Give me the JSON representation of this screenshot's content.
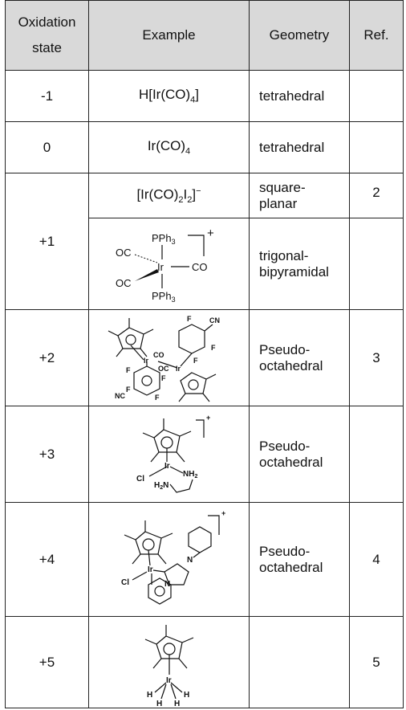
{
  "headers": {
    "oxidation_state": "Oxidation state",
    "example": "Example",
    "geometry": "Geometry",
    "ref": "Ref."
  },
  "rows": [
    {
      "ox": "-1",
      "example": "H[Ir(CO)4]",
      "geometry": "tetrahedral",
      "ref": ""
    },
    {
      "ox": "0",
      "example": "Ir(CO)4",
      "geometry": "tetrahedral",
      "ref": ""
    },
    {
      "ox": "+1",
      "example": "[Ir(CO)2I2]−",
      "geometry": "square-planar",
      "ref": "2"
    },
    {
      "ox": "",
      "example": "",
      "geometry": "trigonal-bipyramidal",
      "ref": ""
    },
    {
      "ox": "+2",
      "example": "",
      "geometry": "Pseudo-octahedral",
      "ref": "3"
    },
    {
      "ox": "+3",
      "example": "",
      "geometry": "Pseudo-octahedral",
      "ref": ""
    },
    {
      "ox": "+4",
      "example": "",
      "geometry": "Pseudo-octahedral",
      "ref": "4"
    },
    {
      "ox": "+5",
      "example": "",
      "geometry": "",
      "ref": "5"
    }
  ],
  "structure_labels": {
    "pph3": "PPh",
    "three": "3",
    "co": "CO",
    "oc": "OC",
    "ir": "Ir",
    "plus": "+",
    "cn": "CN",
    "nc": "NC",
    "f": "F",
    "cl": "Cl",
    "nh2": "NH",
    "h2n": "H",
    "n": "N",
    "h": "H"
  }
}
